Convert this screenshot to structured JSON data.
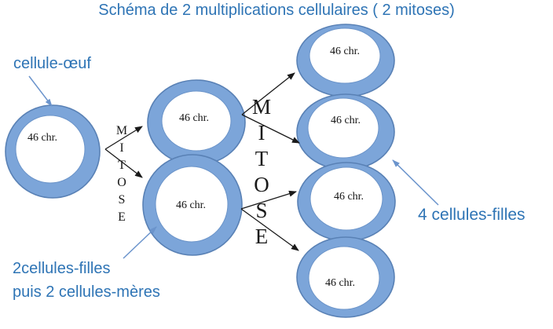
{
  "title": "Schéma de 2 multiplications cellulaires ( 2 mitoses)",
  "annotations": {
    "egg": "cellule-œuf",
    "daughters2_line1": "2cellules-filles",
    "daughters2_line2": "puis 2 cellules-mères",
    "daughters4": "4 cellules-filles"
  },
  "mitosis_letters": [
    "M",
    "I",
    "T",
    "O",
    "S",
    "E"
  ],
  "cells": [
    {
      "id": "egg-cell",
      "label": "46 chr."
    },
    {
      "id": "middle-top-cell",
      "label": "46 chr."
    },
    {
      "id": "middle-bottom-cell",
      "label": "46 chr."
    },
    {
      "id": "right-cell-1",
      "label": "46 chr."
    },
    {
      "id": "right-cell-2",
      "label": "46 chr."
    },
    {
      "id": "right-cell-3",
      "label": "46 chr."
    },
    {
      "id": "right-cell-4",
      "label": "46 chr."
    }
  ],
  "colors": {
    "cell_fill": "#7CA5D9",
    "cell_stroke": "#5981B5",
    "accent_text": "#2E74B5",
    "blue_arrow": "#6B94CC",
    "black_text": "#1A1A1A"
  }
}
